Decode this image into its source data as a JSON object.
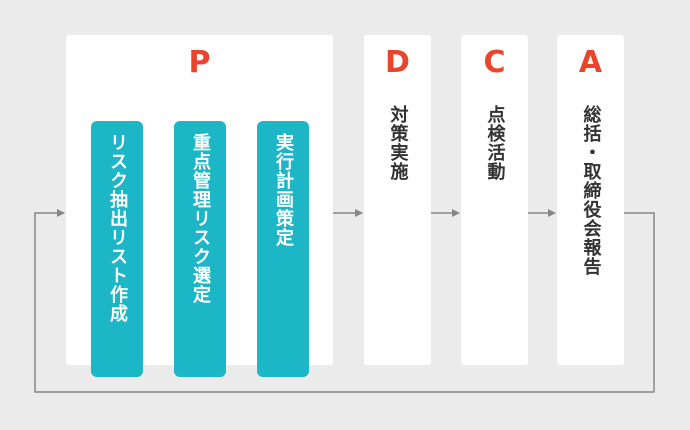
{
  "phases": {
    "p": {
      "letter": "P",
      "steps": [
        "リスク抽出リスト作成",
        "重点管理リスク選定",
        "実行計画策定"
      ]
    },
    "d": {
      "letter": "D",
      "label": "対策実施"
    },
    "c": {
      "letter": "C",
      "label": "点検活動"
    },
    "a": {
      "letter": "A",
      "label": "総括・取締役会報告"
    }
  },
  "colors": {
    "background": "#ebebeb",
    "panel": "#ffffff",
    "accent_letter": "#e8452c",
    "step_box": "#1db6c6",
    "arrow": "#888888",
    "text": "#333333"
  }
}
